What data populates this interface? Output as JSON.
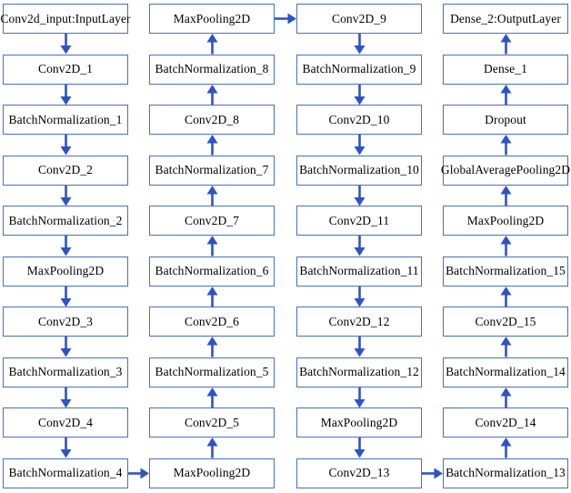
{
  "colors": {
    "background": "#FFFFFF",
    "box_border": "#4472C4",
    "box_fill": "#FFFFFF",
    "arrow": "#2E53C5",
    "text": "#000000"
  },
  "diagram": {
    "type": "flowchart",
    "description": "Serpentine layer-stack flow, four columns of ten nodes",
    "columns": [
      {
        "id": "column-1",
        "flow_direction": "down",
        "nodes": [
          "Conv2d_input:InputLayer",
          "Conv2D_1",
          "BatchNormalization_1",
          "Conv2D_2",
          "BatchNormalization_2",
          "MaxPooling2D",
          "Conv2D_3",
          "BatchNormalization_3",
          "Conv2D_4",
          "BatchNormalization_4"
        ]
      },
      {
        "id": "column-2",
        "flow_direction": "up",
        "nodes": [
          "MaxPooling2D",
          "BatchNormalization_8",
          "Conv2D_8",
          "BatchNormalization_7",
          "Conv2D_7",
          "BatchNormalization_6",
          "Conv2D_6",
          "BatchNormalization_5",
          "Conv2D_5",
          "MaxPooling2D"
        ]
      },
      {
        "id": "column-3",
        "flow_direction": "down",
        "nodes": [
          "Conv2D_9",
          "BatchNormalization_9",
          "Conv2D_10",
          "BatchNormalization_10",
          "Conv2D_11",
          "BatchNormalization_11",
          "Conv2D_12",
          "BatchNormalization_12",
          "MaxPooling2D",
          "Conv2D_13"
        ]
      },
      {
        "id": "column-4",
        "flow_direction": "up",
        "nodes": [
          "Dense_2:OutputLayer",
          "Dense_1",
          "Dropout",
          "GlobalAveragePooling2D",
          "MaxPooling2D",
          "BatchNormalization_15",
          "Conv2D_15",
          "BatchNormalization_14",
          "Conv2D_14",
          "BatchNormalization_13"
        ]
      }
    ],
    "cross_links": [
      {
        "from": "BatchNormalization_4",
        "to": "MaxPooling2D",
        "from_column": 0,
        "to_column": 1,
        "row": 9,
        "direction": "right"
      },
      {
        "from": "MaxPooling2D",
        "to": "Conv2D_9",
        "from_column": 1,
        "to_column": 2,
        "row": 0,
        "direction": "right"
      },
      {
        "from": "Conv2D_13",
        "to": "BatchNormalization_13",
        "from_column": 2,
        "to_column": 3,
        "row": 9,
        "direction": "right"
      }
    ]
  }
}
